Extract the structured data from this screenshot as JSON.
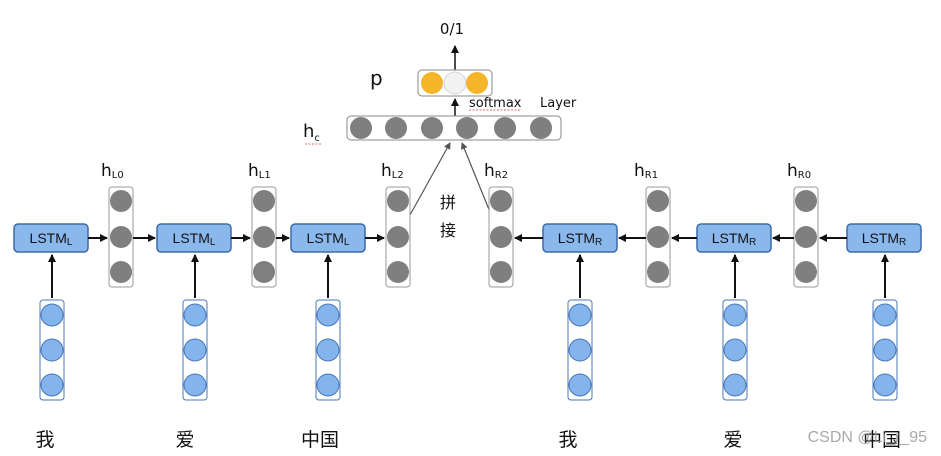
{
  "output_label": "0/1",
  "p_label": "p",
  "softmax_label": "softmax",
  "layer_label": "Layer",
  "hc": {
    "main": "h",
    "sub": "c"
  },
  "concat_label": [
    "拼",
    "接"
  ],
  "left_lstm": {
    "main": "LSTM",
    "sub": "L"
  },
  "right_lstm": {
    "main": "LSTM",
    "sub": "R"
  },
  "hidden_labels": {
    "hL0": {
      "main": "h",
      "sub": "L0"
    },
    "hL1": {
      "main": "h",
      "sub": "L1"
    },
    "hL2": {
      "main": "h",
      "sub": "L2"
    },
    "hR2": {
      "main": "h",
      "sub": "R2"
    },
    "hR1": {
      "main": "h",
      "sub": "R1"
    },
    "hR0": {
      "main": "h",
      "sub": "R0"
    }
  },
  "words": {
    "left": [
      "我",
      "爱",
      "中国"
    ],
    "right": [
      "我",
      "爱",
      "中国"
    ]
  },
  "watermark": "CSDN @Li_r_95",
  "colors": {
    "gray_node": "#7f7f7f",
    "blue_node": "#84b4ec",
    "blue_stroke": "#4a78b8",
    "lstm_fill": "#8ab8ec",
    "lstm_stroke": "#3a6aa8",
    "orange_node": "#f5b429",
    "arrow": "#111111"
  }
}
